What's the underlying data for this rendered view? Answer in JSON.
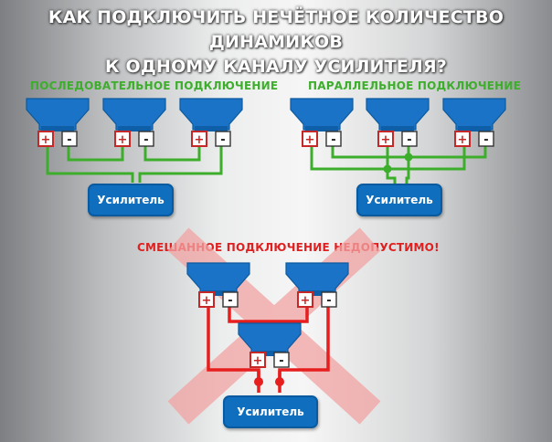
{
  "title": {
    "line1": "КАК ПОДКЛЮЧИТЬ НЕЧЁТНОЕ КОЛИЧЕСТВО ДИНАМИКОВ",
    "line2": "К ОДНОМУ КАНАЛУ УСИЛИТЕЛЯ?"
  },
  "series_section": {
    "heading": "ПОСЛЕДОВАТЕЛЬНОЕ ПОДКЛЮЧЕНИЕ",
    "amplifier_label": "Усилитель"
  },
  "parallel_section": {
    "heading": "ПАРАЛЛЕЛЬНОЕ ПОДКЛЮЧЕНИЕ",
    "amplifier_label": "Усилитель"
  },
  "mixed_section": {
    "heading": "СМЕШАННОЕ ПОДКЛЮЧЕНИЕ НЕДОПУСТИМО!",
    "amplifier_label": "Усилитель"
  },
  "terminal_plus": "+",
  "terminal_minus": "-",
  "colors": {
    "ok_wire": "#3dae2b",
    "bad_wire": "#e61e1e",
    "speaker": "#1a73c6",
    "amplifier": "#0f6ebd",
    "cross": "#f2a3a3"
  },
  "icons": [
    "speaker-icon",
    "amplifier-box",
    "forbidden-cross"
  ]
}
